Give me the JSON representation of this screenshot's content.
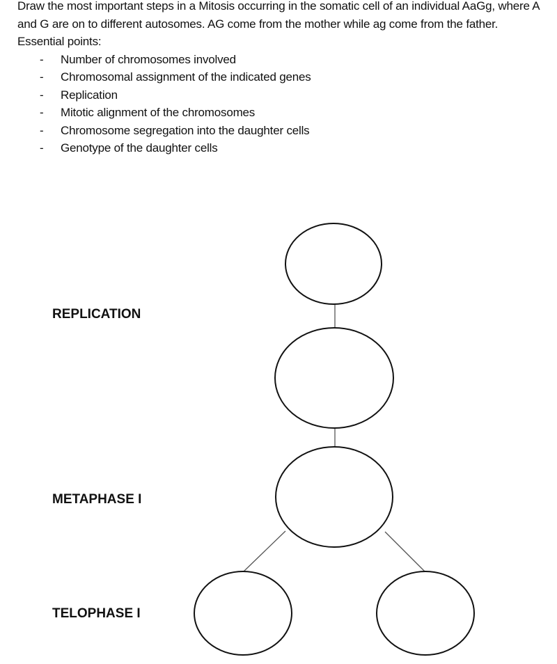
{
  "question": {
    "paragraph": "Draw the most important steps in a Mitosis occurring in the somatic cell of an individual AaGg, where A and G are on to different autosomes. AG come from the mother while ag come from the father.",
    "essential_heading": "Essential points:",
    "bullet_marker": "-",
    "points": [
      "Number of chromosomes involved",
      "Chromosomal assignment of the indicated genes",
      "Replication",
      "Mitotic alignment of the chromosomes",
      "Chromosome segregation into the daughter cells",
      "Genotype of the daughter cells"
    ]
  },
  "diagram": {
    "labels": {
      "replication": "REPLICATION",
      "metaphase": "METAPHASE I",
      "telophase": "TELOPHASE I"
    }
  }
}
